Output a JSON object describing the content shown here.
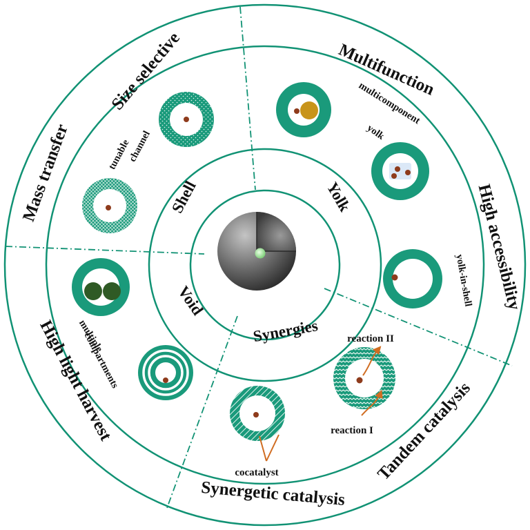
{
  "outer": {
    "size_selective": "Size selective",
    "multifunction": "Multifunction",
    "high_accessibility": "High accessibility",
    "tandem_catalysis": "Tandem catalysis",
    "synergetic_catalysis": "Synergetic catalysis",
    "high_light_harvest": "High light harvest",
    "mass_transfer": "Mass transfer"
  },
  "middle": {
    "shell": "Shell",
    "yolk": "Yolk",
    "void": "Void",
    "synergies": "Synergies"
  },
  "small": {
    "tunable": "tunable",
    "channel": "channel",
    "multicomponent": "multicomponent",
    "yolk": "yolk",
    "yolk_in_shell": "yolk-in-shell",
    "multiple": "multiple",
    "compartments": "compartments",
    "reaction_ii": "reaction II",
    "reaction_i": "reaction I",
    "cocatalyst": "cocatalyst"
  },
  "colors": {
    "ring": "#119274",
    "shell_fill": "#1a9a7b",
    "core": "#a5e0a0",
    "particle": "#8e3b1c",
    "gold_yolk": "#c8941a",
    "dark_green": "#2f5a25",
    "arrow": "#d06d22",
    "light_blue": "#dbe8f7",
    "sphere": "#6e6e6e"
  }
}
